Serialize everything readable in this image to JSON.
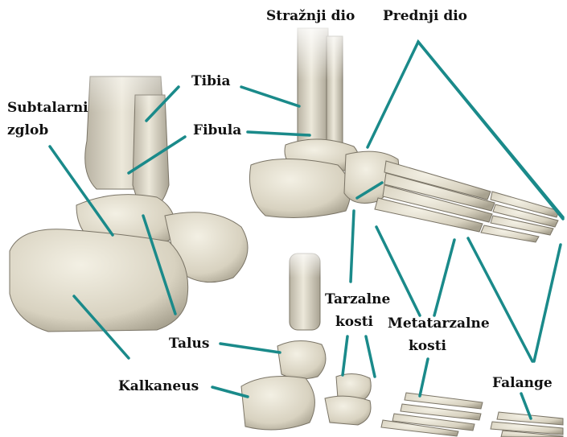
{
  "labels": {
    "straznji_dio": "Stražnji dio",
    "prednji_dio": "Prednji dio",
    "tibia": "Tibia",
    "subtalarni_line1": "Subtalarni",
    "subtalarni_line2": "zglob",
    "fibula": "Fibula",
    "tarzalne_line1": "Tarzalne",
    "tarzalne_line2": "kosti",
    "metatarzalne_line1": "Metatarzalne",
    "metatarzalne_line2": "kosti",
    "talus": "Talus",
    "kalkaneus": "Kalkaneus",
    "falange": "Falange"
  },
  "colors": {
    "leader_line": "#1a8a8a",
    "bone_fill": "#e8e3d2",
    "bone_shadow": "#b7b1a0",
    "bone_outline": "#6f6a5e",
    "text": "#111111"
  }
}
